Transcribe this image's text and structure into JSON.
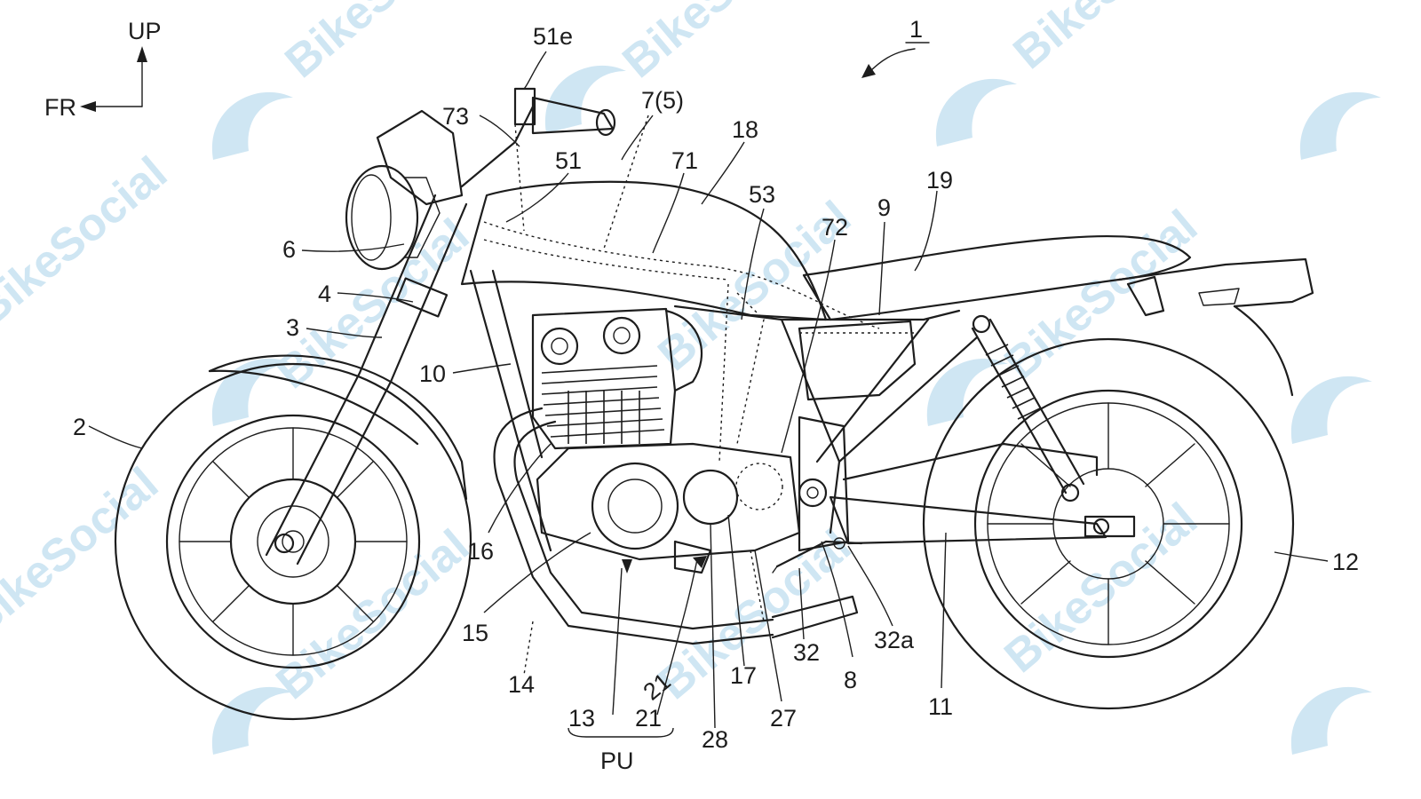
{
  "diagram": {
    "figure_number": "1",
    "orientation": {
      "up": "UP",
      "front": "FR"
    },
    "labels": {
      "p51e": "51e",
      "p73": "73",
      "p7_5": "7(5)",
      "p18": "18",
      "p71": "71",
      "p51": "51",
      "p53": "53",
      "p19": "19",
      "p9": "9",
      "p72": "72",
      "p6": "6",
      "p4": "4",
      "p3": "3",
      "p10": "10",
      "p2": "2",
      "p16": "16",
      "p15": "15",
      "p14": "14",
      "p13": "13",
      "p21": "21",
      "p28": "28",
      "p17": "17",
      "p27": "27",
      "p32": "32",
      "p8": "8",
      "p32a": "32a",
      "p11": "11",
      "p12": "12",
      "pu_13": "13",
      "pu_21": "21",
      "pu": "PU"
    }
  },
  "watermark": {
    "text": "BikeSocial",
    "color": "#cfe6f3"
  }
}
